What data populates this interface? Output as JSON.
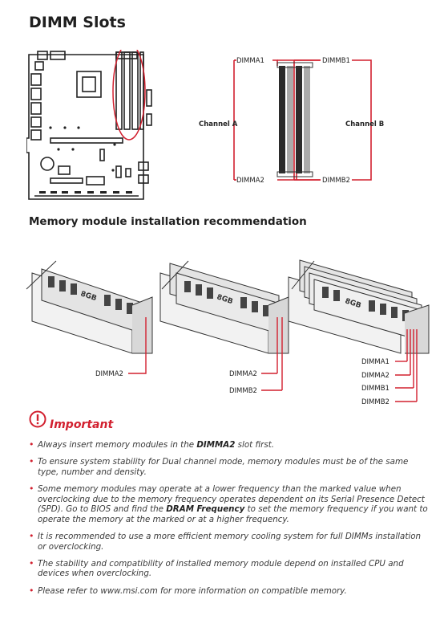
{
  "heading": "DIMM Slots",
  "channel_diagram": {
    "channel_a": "Channel A",
    "channel_b": "Channel B",
    "slot_dimma1": "DIMMA1",
    "slot_dimma2": "DIMMA2",
    "slot_dimmb1": "DIMMB1",
    "slot_dimmb2": "DIMMB2"
  },
  "recommendation_heading": "Memory module installation recommendation",
  "configurations": [
    {
      "labels": [
        "DIMMA2"
      ]
    },
    {
      "labels": [
        "DIMMA2",
        "DIMMB2"
      ]
    },
    {
      "labels": [
        "DIMMA1",
        "DIMMA2",
        "DIMMB1",
        "DIMMB2"
      ]
    }
  ],
  "module_label": "8GB",
  "important": {
    "title": "Important",
    "notes": [
      {
        "pre": "Always insert memory modules in the ",
        "bold": "DIMMA2",
        "post": " slot first."
      },
      {
        "pre": "To ensure system stability for Dual channel mode, memory modules must be of the same type, number and density.",
        "bold": "",
        "post": ""
      },
      {
        "pre": "Some memory modules may operate at a lower frequency than the marked value when overclocking due to the memory frequency operates dependent on its Serial Presence Detect (SPD). Go to BIOS and find the ",
        "bold": "DRAM Frequency",
        "post": " to set the memory frequency if you want to operate the memory at the marked or at a higher frequency."
      },
      {
        "pre": "It is recommended to use a more efficient memory cooling system for full DIMMs installation or overclocking.",
        "bold": "",
        "post": ""
      },
      {
        "pre": "The stability and compatibility of installed memory module depend on installed CPU and devices when overclocking.",
        "bold": "",
        "post": ""
      },
      {
        "pre": "Please refer to www.msi.com for more information on compatible memory.",
        "bold": "",
        "post": ""
      }
    ]
  },
  "colors": {
    "accent": "#d2202f",
    "dark": "#222222",
    "module": "#e8e8e8"
  }
}
